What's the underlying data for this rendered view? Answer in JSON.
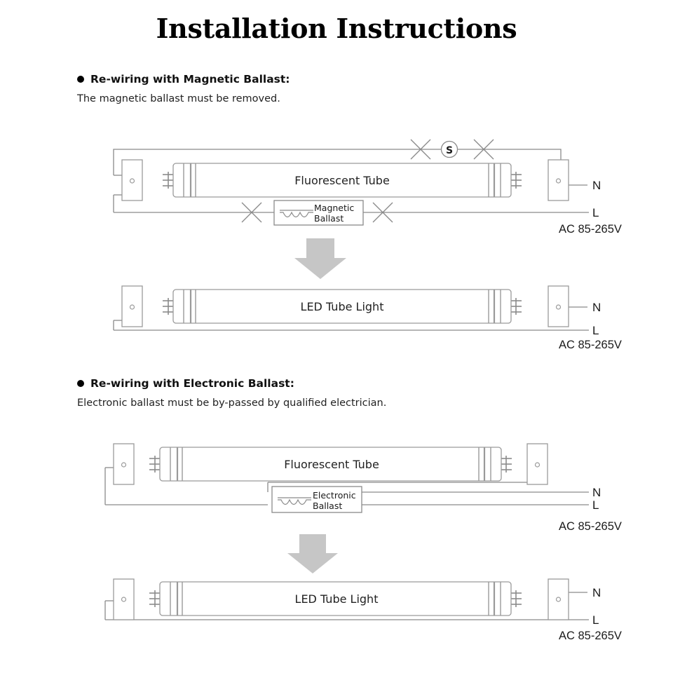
{
  "page": {
    "title": "Installation Instructions"
  },
  "sections": [
    {
      "id": "magnetic",
      "bullet_icon": "bullet-dot-icon",
      "heading": "Re-wiring with Magnetic Ballast:",
      "subtext": "The magnetic ballast  must be removed.",
      "before": {
        "tube_label": "Fluorescent Tube",
        "ballast_label_line1": "Magnetic",
        "ballast_label_line2": "Ballast",
        "starter_label": "S",
        "neutral_label": "N",
        "live_label": "L",
        "voltage_label": "AC 85-265V",
        "removed_marks": 4
      },
      "after": {
        "tube_label": "LED Tube Light",
        "neutral_label": "N",
        "live_label": "L",
        "voltage_label": "AC 85-265V"
      }
    },
    {
      "id": "electronic",
      "bullet_icon": "bullet-dot-icon",
      "heading": "Re-wiring with Electronic Ballast:",
      "subtext": "Electronic ballast must be by-passed by qualified electrician.",
      "before": {
        "tube_label": "Fluorescent Tube",
        "ballast_label_line1": "Electronic",
        "ballast_label_line2": "Ballast",
        "neutral_label": "N",
        "live_label": "L",
        "voltage_label": "AC 85-265V"
      },
      "after": {
        "tube_label": "LED Tube Light",
        "neutral_label": "N",
        "live_label": "L",
        "voltage_label": "AC 85-265V"
      }
    }
  ],
  "colors": {
    "wire": "#8a8a8a",
    "outline": "#9a9a9a",
    "arrow": "#c6c6c6",
    "text": "#1a1a1a",
    "background": "#ffffff"
  }
}
